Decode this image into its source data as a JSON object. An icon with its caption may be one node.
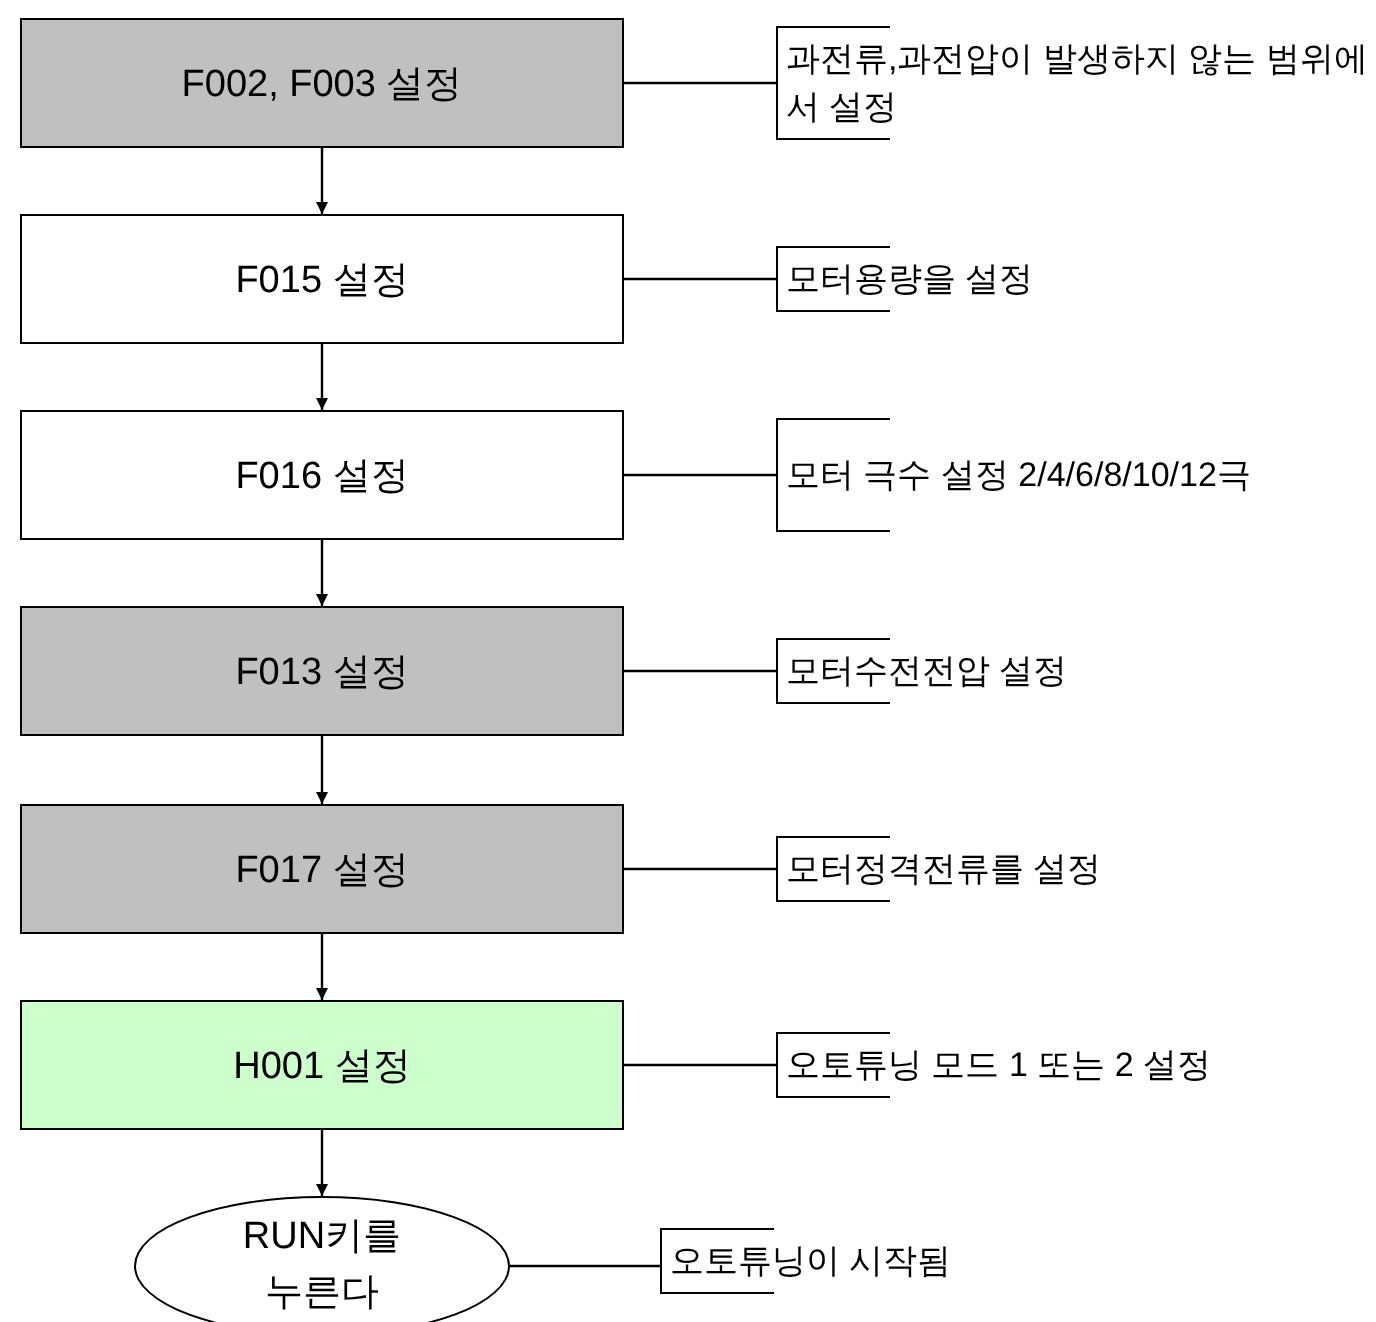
{
  "diagram": {
    "nodes": [
      {
        "text": [
          "F002, F003 설정"
        ]
      },
      {
        "text": [
          "과전류,과전압이 발생하지 않는 범위에서 설정"
        ]
      },
      {
        "text": [
          "F015 설정"
        ]
      },
      {
        "text": [
          "모터용량을 설정"
        ]
      },
      {
        "text": [
          "F016 설정"
        ]
      },
      {
        "text": [
          "모터 극수 설정 2/4/6/8/10/12극"
        ]
      },
      {
        "text": [
          "F013 설정"
        ]
      },
      {
        "text": [
          "모터수전전압 설정"
        ]
      },
      {
        "text": [
          "F017 설정"
        ]
      },
      {
        "text": [
          "모터정격전류를 설정"
        ]
      },
      {
        "text": [
          "H001 설정"
        ]
      },
      {
        "text": [
          "오토튜닝 모드 1 또는 2 설정"
        ]
      },
      {
        "text": [
          "RUN키를 누른다"
        ]
      },
      {
        "text": [
          "오토튜닝이 시작됨"
        ]
      }
    ],
    "edges": [
      {
        "from": 0,
        "to": 2,
        "arrow": "to"
      },
      {
        "from": 2,
        "to": 4,
        "arrow": "to"
      },
      {
        "from": 4,
        "to": 6,
        "arrow": "to"
      },
      {
        "from": 6,
        "to": 8,
        "arrow": "to"
      },
      {
        "from": 8,
        "to": 10,
        "arrow": "to"
      },
      {
        "from": 10,
        "to": 12,
        "arrow": "to"
      },
      {
        "from": 0,
        "to": 1,
        "arrow": "none"
      },
      {
        "from": 2,
        "to": 3,
        "arrow": "none"
      },
      {
        "from": 4,
        "to": 5,
        "arrow": "none"
      },
      {
        "from": 6,
        "to": 7,
        "arrow": "none"
      },
      {
        "from": 8,
        "to": 9,
        "arrow": "none"
      },
      {
        "from": 10,
        "to": 11,
        "arrow": "none"
      },
      {
        "from": 12,
        "to": 13,
        "arrow": "none"
      }
    ]
  }
}
